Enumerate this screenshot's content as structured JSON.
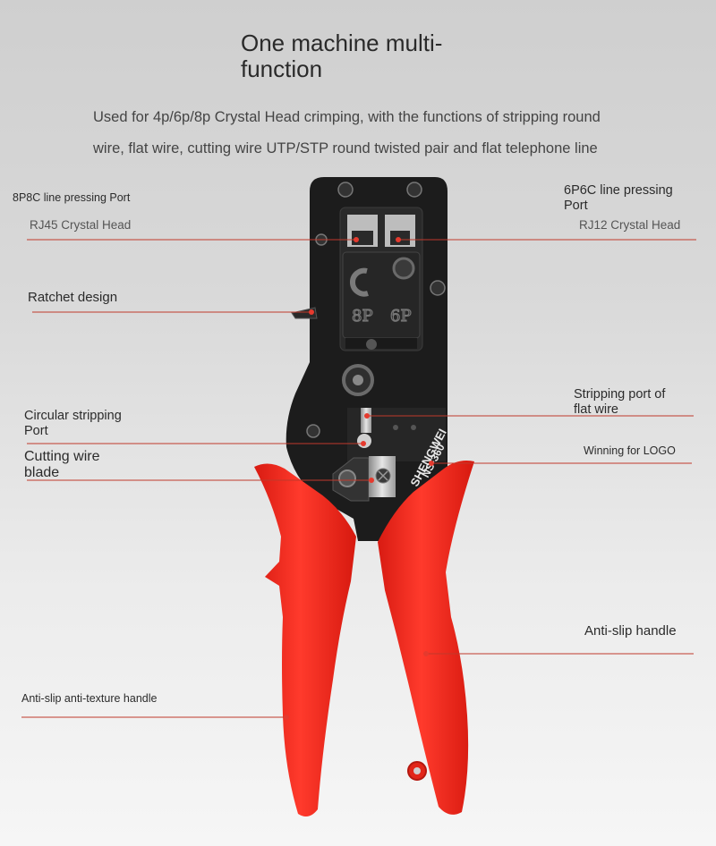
{
  "title": "One machine multi-\nfunction",
  "description": "Used for 4p/6p/8p Crystal Head crimping, with the functions of stripping round wire, flat wire, cutting wire UTP/STP round twisted pair and flat telephone line",
  "tool": {
    "brand": "SHENGWEI",
    "model": "NS-360",
    "die_left": "8P",
    "die_right": "6P"
  },
  "labels": {
    "port_8p8c": "8P8C line pressing Port",
    "rj45": "RJ45 Crystal Head",
    "port_6p6c": "6P6C line pressing\nPort",
    "rj12": "RJ12 Crystal Head",
    "ratchet": "Ratchet design",
    "stripping_flat": "Stripping port of\nflat wire",
    "circular_stripping": "Circular stripping\nPort",
    "cutting_blade": "Cutting wire\nblade",
    "logo": "Winning for LOGO",
    "anti_slip": "Anti-slip handle",
    "anti_texture": "Anti-slip anti-texture handle"
  },
  "colors": {
    "handle": "#f2291e",
    "body": "#1b1b1b",
    "callout_line": "#c0392b"
  }
}
